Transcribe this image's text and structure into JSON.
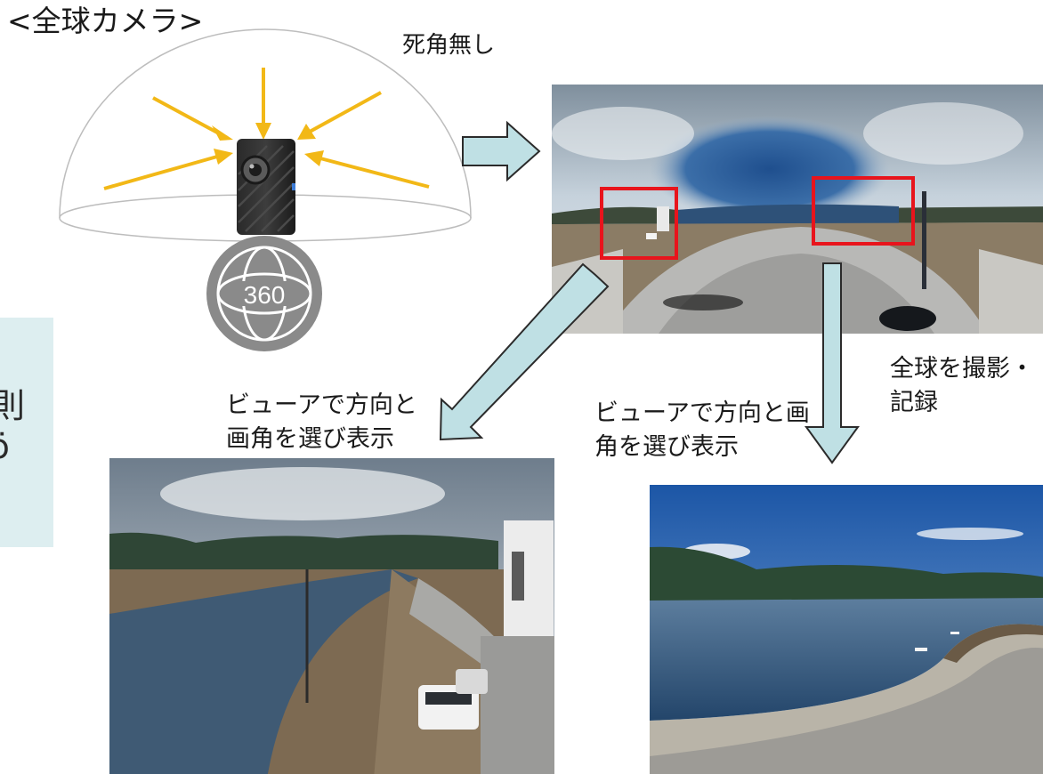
{
  "header": {
    "title": "<全球カメラ>"
  },
  "labels": {
    "no_blind_spot": "死角無し",
    "left_caption": [
      "ビューアで方向と",
      "画角を選び表示"
    ],
    "right_caption": [
      "ビューアで方向と画",
      "角を選び表示"
    ],
    "full_caption": [
      "全球を撮影・",
      "記録"
    ]
  },
  "side_panel": {
    "text_lines": [
      "則",
      "ɔ̈"
    ]
  },
  "camera": {
    "badge_text": "360"
  },
  "colors": {
    "ray_arrow": "#f2b817",
    "flow_arrow_fill": "#bfe0e4",
    "flow_arrow_stroke": "#2b2b2b",
    "highlight_box": "#e8141c",
    "side_panel": "#ddeef0"
  }
}
